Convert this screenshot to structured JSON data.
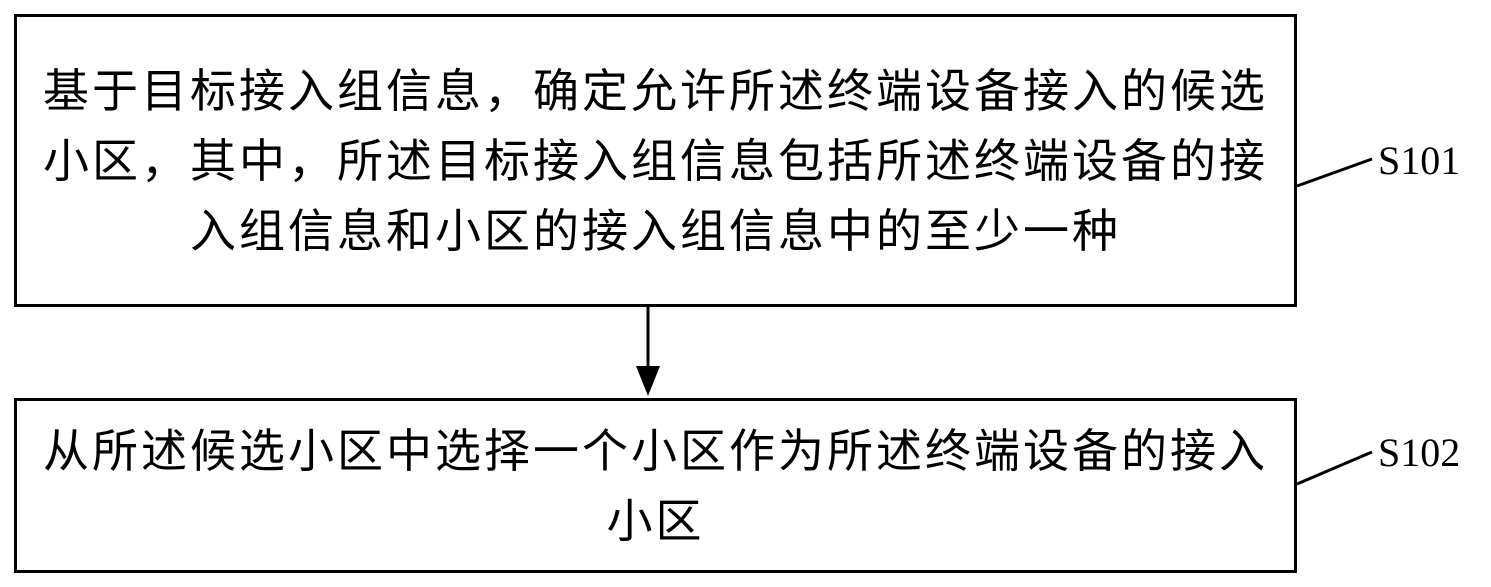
{
  "steps": [
    {
      "id": "S101",
      "text": "基于目标接入组信息，确定允许所述终端设备接入的候选小区，其中，所述目标接入组信息包括所述终端设备的接入组信息和小区的接入组信息中的至少一种"
    },
    {
      "id": "S102",
      "text": "从所述候选小区中选择一个小区作为所述终端设备的接入小区"
    }
  ],
  "colors": {
    "stroke": "#000000",
    "background": "#ffffff"
  }
}
